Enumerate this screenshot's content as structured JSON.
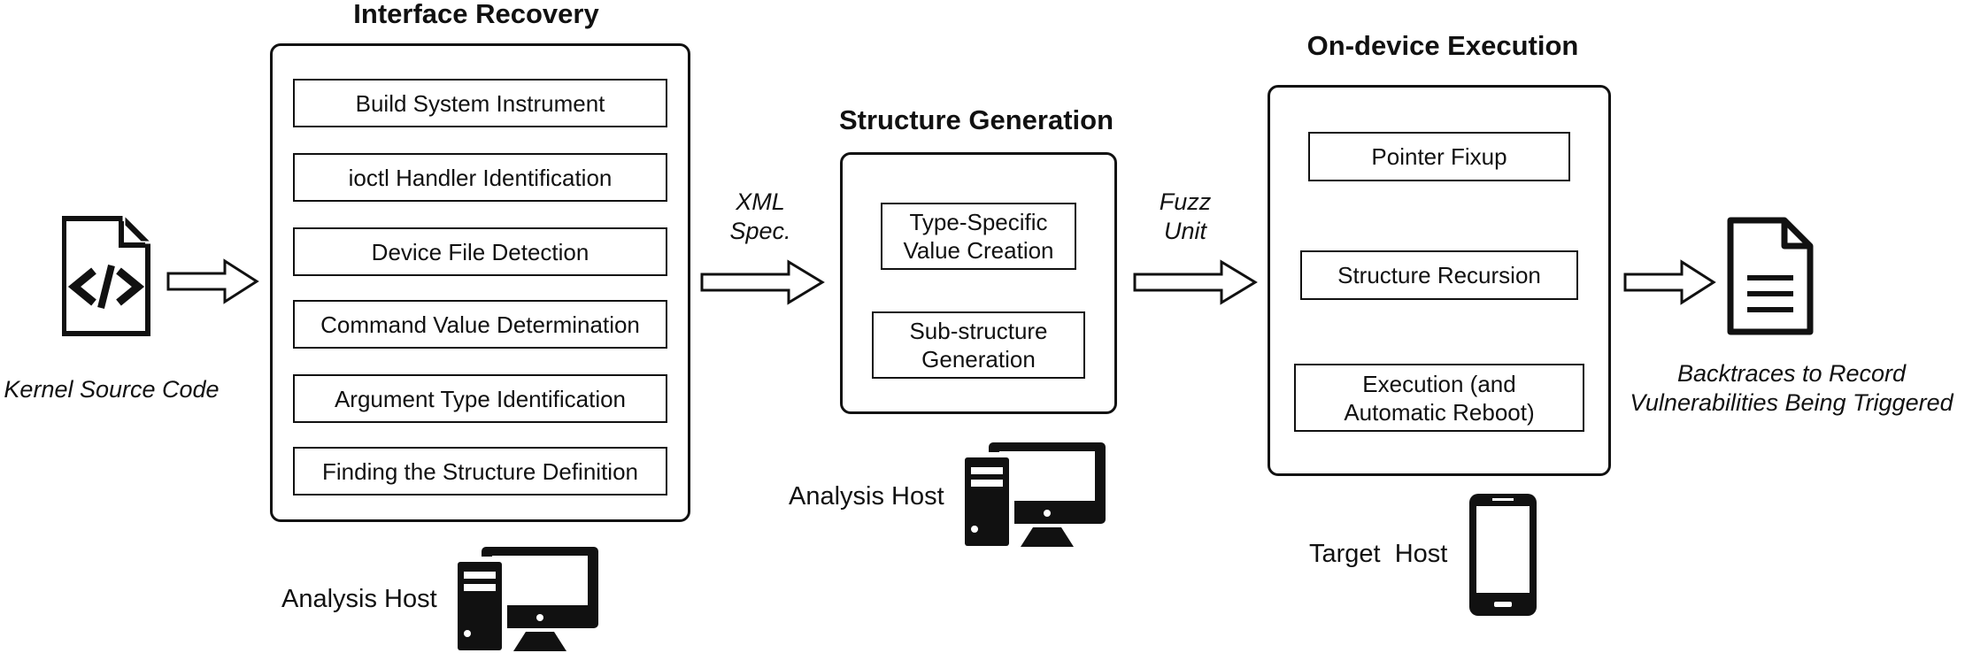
{
  "source": {
    "label": "Kernel Source Code",
    "icon": "code-file-icon"
  },
  "interface_recovery": {
    "title": "Interface Recovery",
    "steps": [
      "Build System Instrument",
      "ioctl Handler Identification",
      "Device File Detection",
      "Command Value Determination",
      "Argument Type Identification",
      "Finding the Structure Definition"
    ],
    "host_label": "Analysis Host",
    "host_icon": "desktop-computer-icon"
  },
  "link_1": {
    "line1": "XML",
    "line2": "Spec."
  },
  "structure_generation": {
    "title": "Structure Generation",
    "steps": [
      {
        "line1": "Type-Specific",
        "line2": "Value Creation"
      },
      {
        "line1": "Sub-structure",
        "line2": "Generation"
      }
    ],
    "host_label": "Analysis Host",
    "host_icon": "desktop-computer-icon"
  },
  "link_2": {
    "line1": "Fuzz",
    "line2": "Unit"
  },
  "on_device_execution": {
    "title": "On-device Execution",
    "steps": [
      {
        "line1": "Pointer Fixup",
        "line2": ""
      },
      {
        "line1": "Structure Recursion",
        "line2": ""
      },
      {
        "line1": "Execution (and",
        "line2": "Automatic Reboot)"
      }
    ],
    "host_label": "Target  Host",
    "host_icon": "smartphone-icon"
  },
  "output": {
    "line1": "Backtraces to Record",
    "line2": "Vulnerabilities Being Triggered",
    "icon": "document-icon"
  },
  "colors": {
    "ink": "#111111",
    "background": "#ffffff"
  }
}
